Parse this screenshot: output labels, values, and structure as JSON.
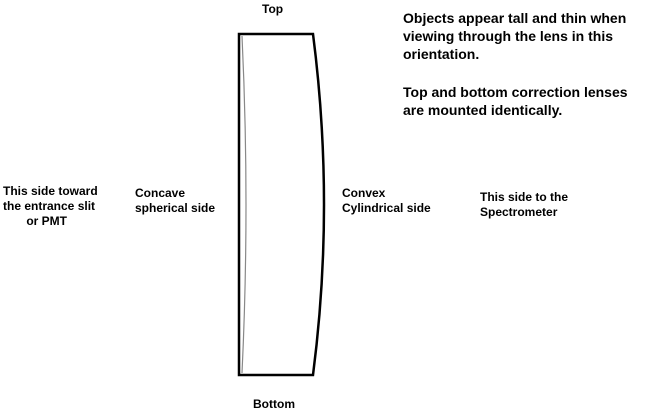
{
  "labels": {
    "top": "Top",
    "bottom": "Bottom",
    "note1": "Objects appear tall and thin when\nviewing through the lens in this\norientation.",
    "note2": "Top and bottom correction lenses\nare mounted identically.",
    "left_side": "This side toward\nthe entrance slit\n       or PMT",
    "concave": "Concave\nspherical side",
    "convex": "Convex\nCylindrical side",
    "right_side": "This side to the\nSpectrometer"
  }
}
